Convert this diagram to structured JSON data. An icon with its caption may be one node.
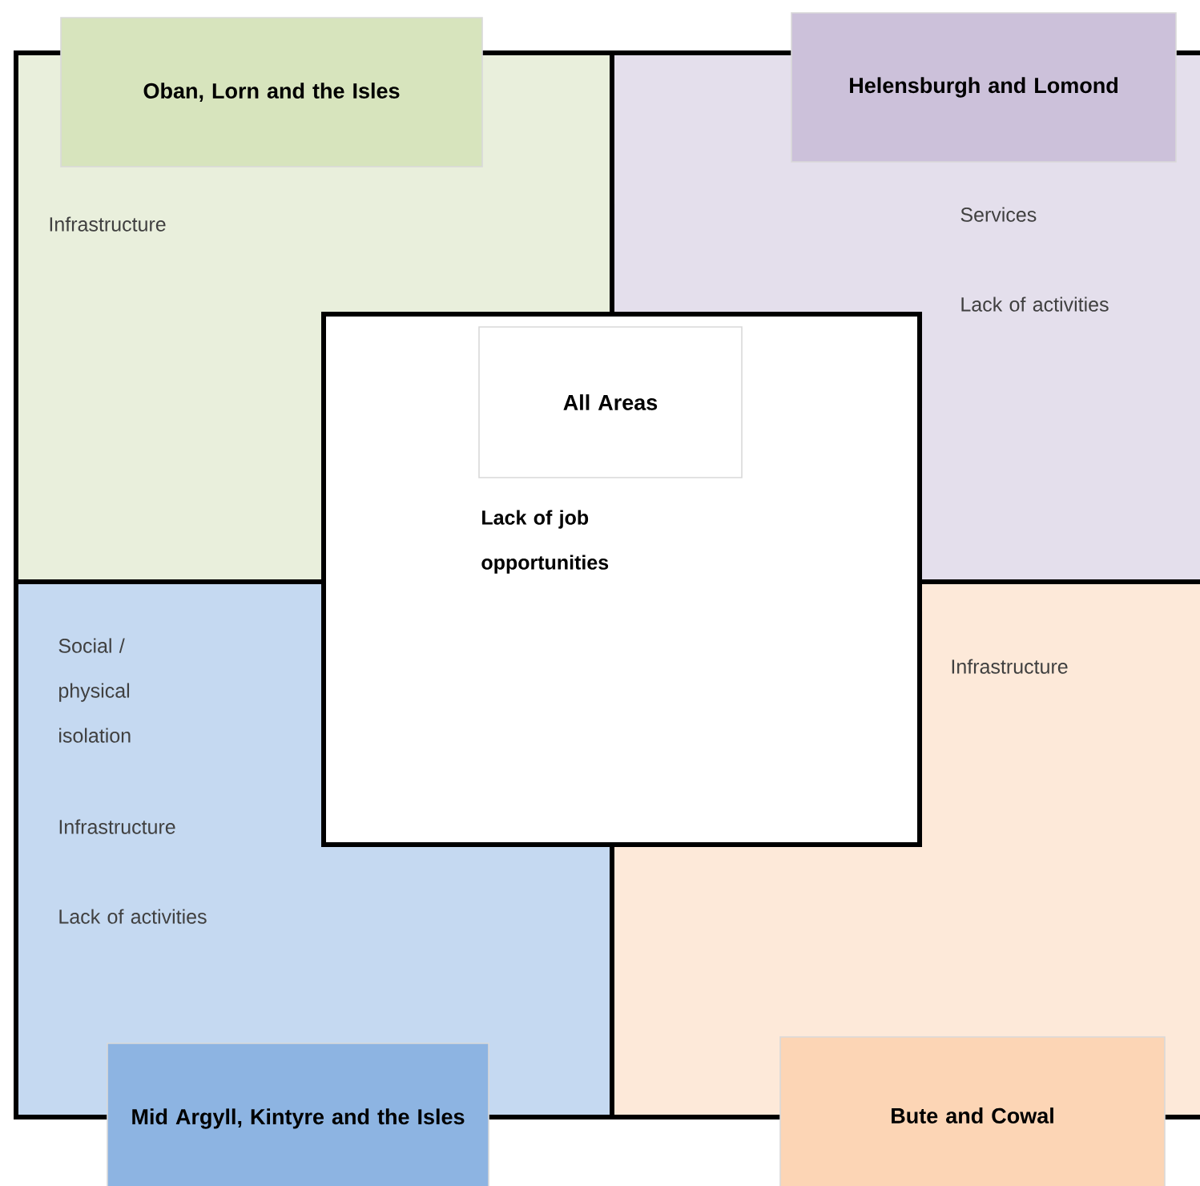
{
  "diagram": {
    "nodes": [
      {
        "text": [
          "Oban, Lorn and the Isles",
          "Infrastructure"
        ]
      },
      {
        "text": [
          "Helensburgh and Lomond",
          "Services",
          "Lack of activities"
        ]
      },
      {
        "text": [
          "Social / physical isolation",
          "Infrastructure",
          "Lack of activities",
          "Mid Argyll, Kintyre and the Isles"
        ]
      },
      {
        "text": [
          "Infrastructure",
          "Bute and Cowal"
        ]
      },
      {
        "text": [
          "All Areas",
          "Lack of job opportunities"
        ]
      }
    ]
  }
}
